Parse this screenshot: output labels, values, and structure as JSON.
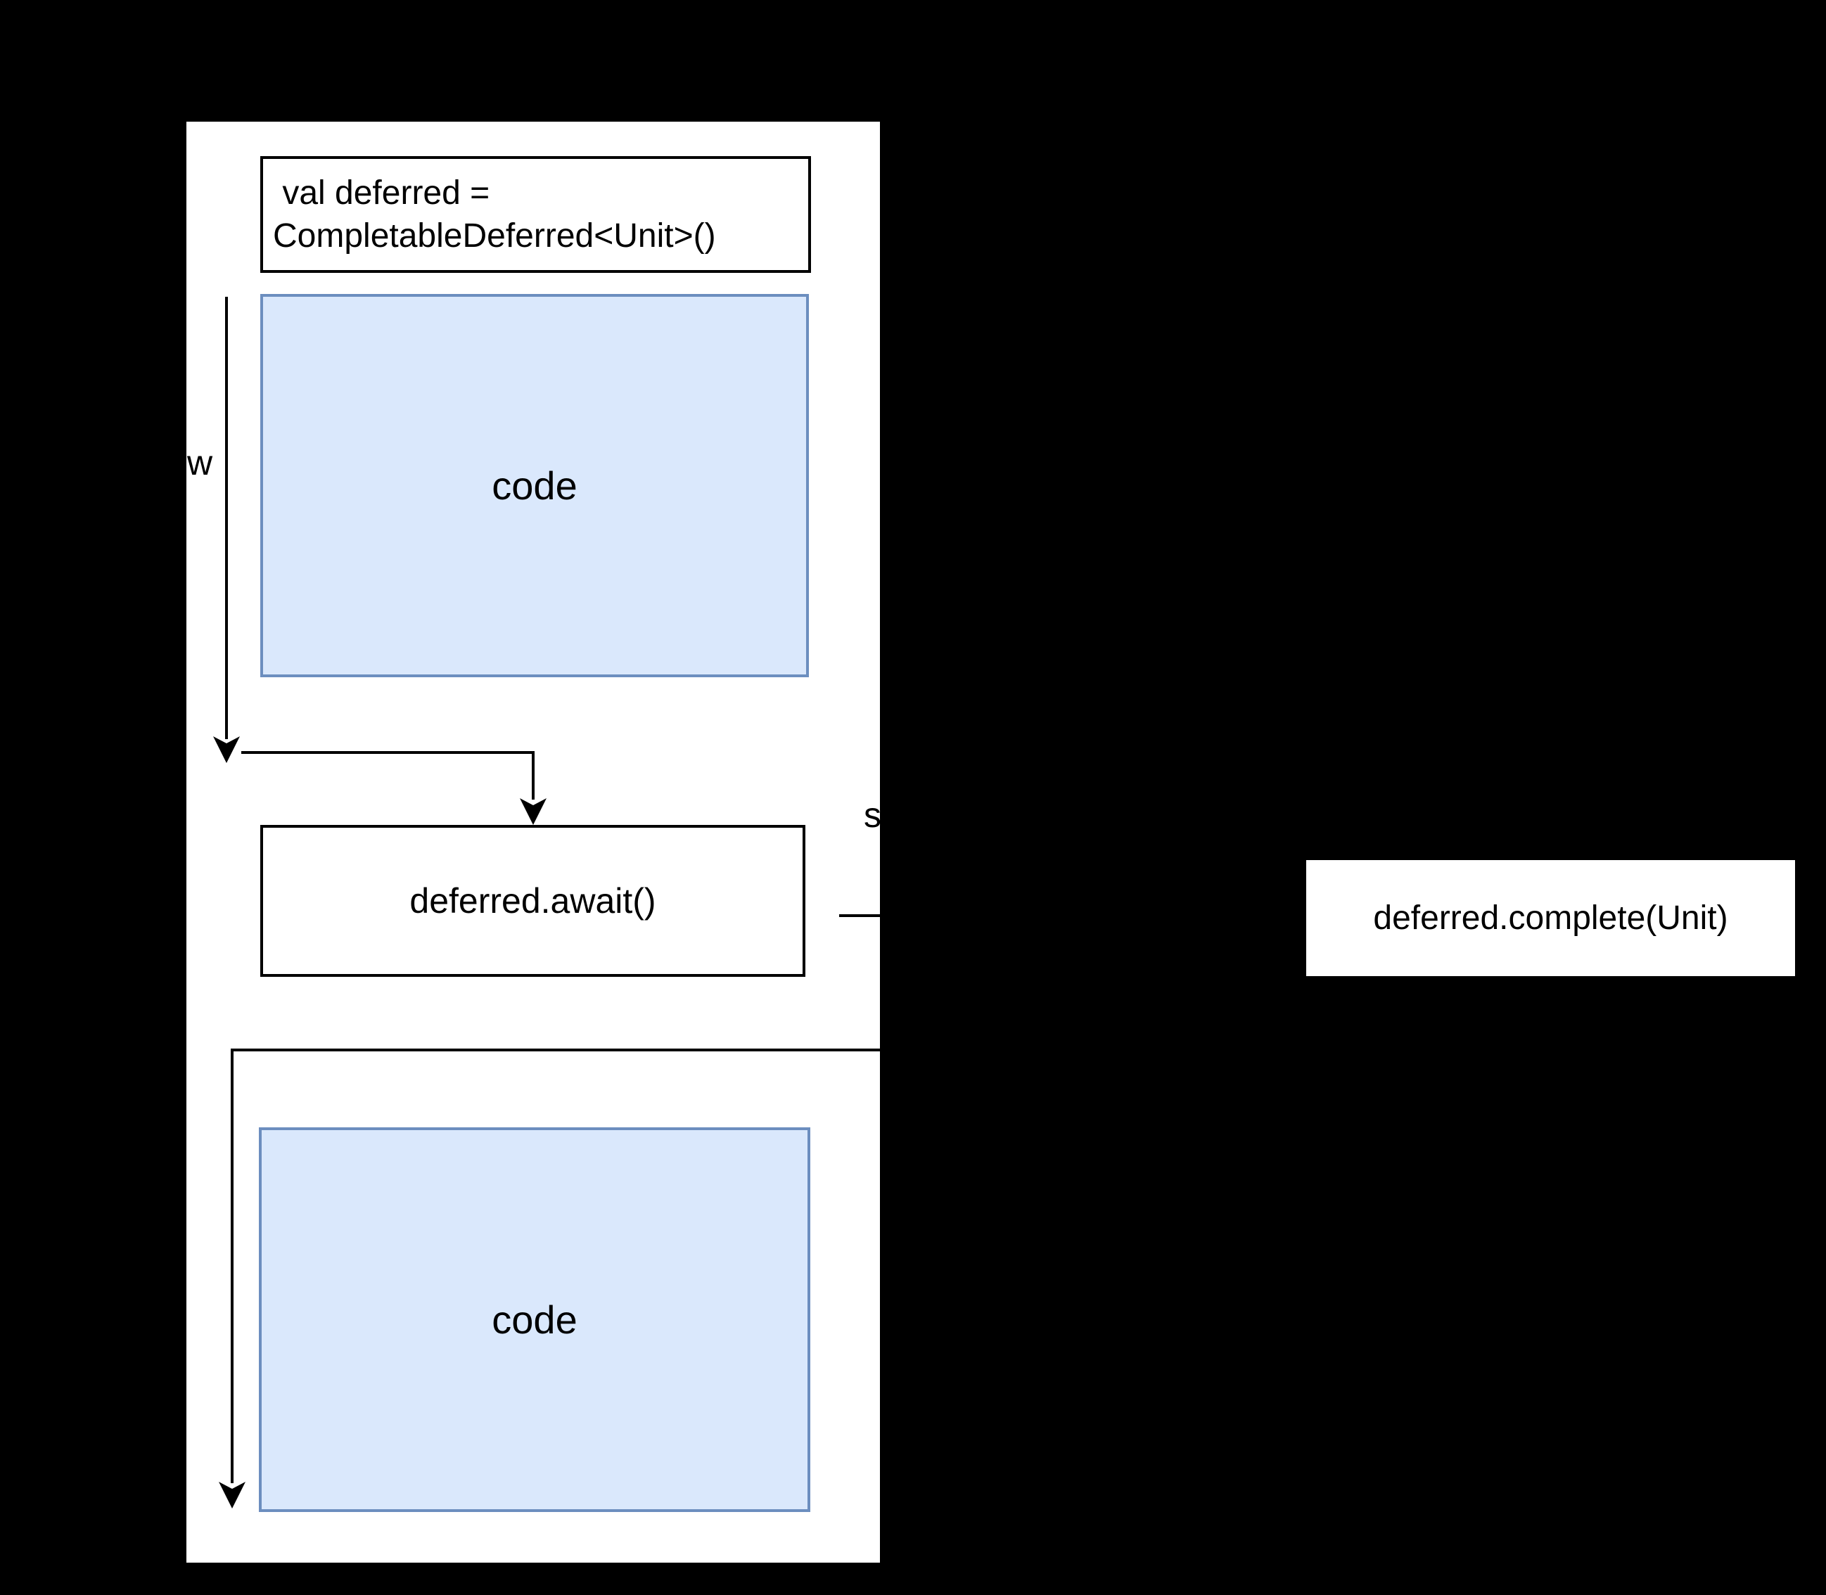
{
  "colors": {
    "canvas_bg": "#000000",
    "panel_bg": "#ffffff",
    "box_fill": "#ffffff",
    "box_border": "#000000",
    "code_fill": "#dae8fc",
    "code_border": "#6c8ebf",
    "wire": "#000000",
    "text": "#000000"
  },
  "declaration_box": {
    "line1": " val deferred =",
    "line2": "CompletableDeferred<Unit>()"
  },
  "code_block_top": {
    "label": "code"
  },
  "await_box": {
    "label": "deferred.await()"
  },
  "code_block_bottom": {
    "label": "code"
  },
  "complete_box": {
    "label": "deferred.complete(Unit)"
  },
  "edge_labels": {
    "left_partial": "w",
    "right_partial": "s"
  }
}
